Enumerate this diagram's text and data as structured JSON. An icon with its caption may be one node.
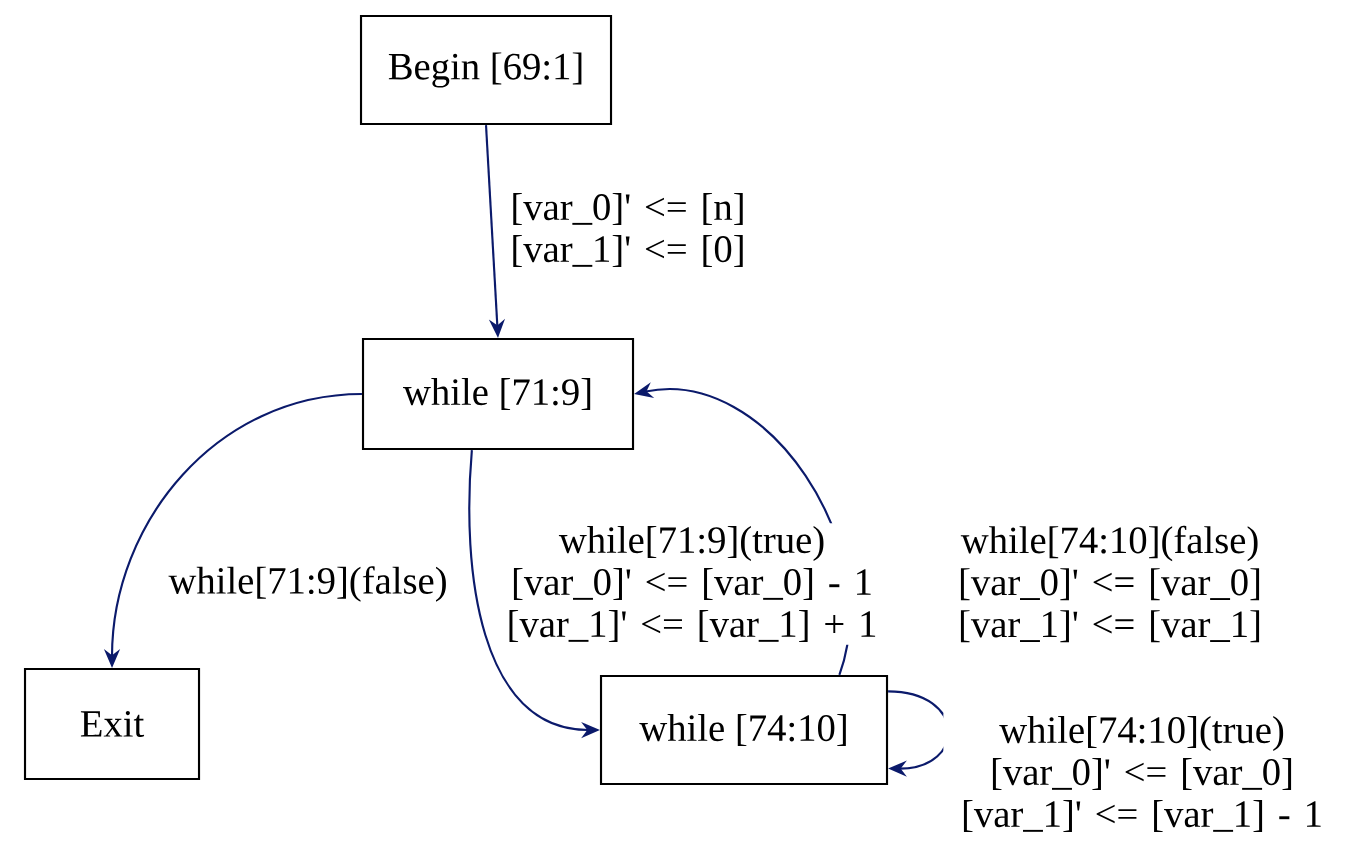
{
  "diagram": {
    "nodes": [
      {
        "text": [
          "Begin [69:1]"
        ]
      },
      {
        "text": [
          "while [71:9]"
        ]
      },
      {
        "text": [
          "Exit"
        ]
      },
      {
        "text": [
          "while [74:10]"
        ]
      }
    ],
    "edges": [
      {
        "from": 0,
        "to": 1,
        "arrow": "to",
        "label": "[var_0]' <= [n] [var_1]' <= [0]"
      },
      {
        "from": 1,
        "to": 2,
        "arrow": "to",
        "label": "while[71:9](false)"
      },
      {
        "from": 1,
        "to": 3,
        "arrow": "to",
        "label": "while[71:9](true) [var_0]' <= [var_0] - 1 [var_1]' <= [var_1] + 1"
      },
      {
        "from": 3,
        "to": 1,
        "arrow": "to",
        "label": "while[74:10](false) [var_0]' <= [var_0] [var_1]' <= [var_1]"
      },
      {
        "from": 3,
        "to": 3,
        "arrow": "to",
        "label": "while[74:10](true) [var_0]' <= [var_0] [var_1]' <= [var_1] - 1"
      }
    ]
  }
}
